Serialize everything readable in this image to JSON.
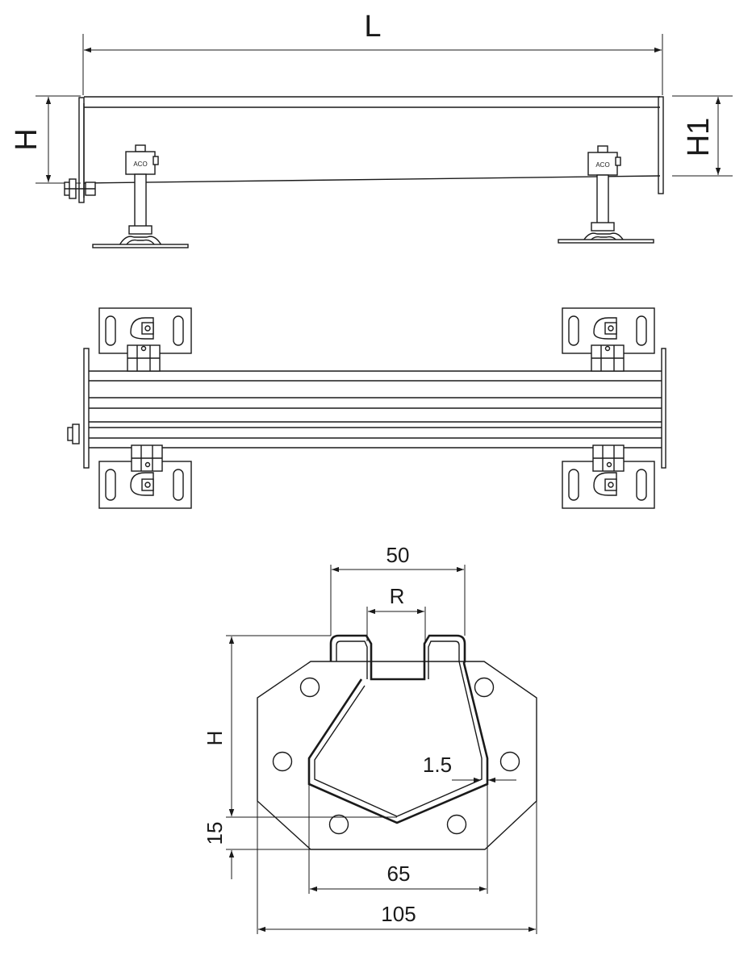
{
  "side_view": {
    "length_label": "L",
    "height_label": "H",
    "height1_label": "H1",
    "foot_left_badge": "ACO",
    "foot_right_badge": "ACO"
  },
  "section_view": {
    "dim_top": "50",
    "dim_r": "R",
    "dim_height": "H",
    "dim_thickness": "1.5",
    "dim_bottom_offset": "15",
    "dim_inner_width": "65",
    "dim_outer_width": "105"
  }
}
